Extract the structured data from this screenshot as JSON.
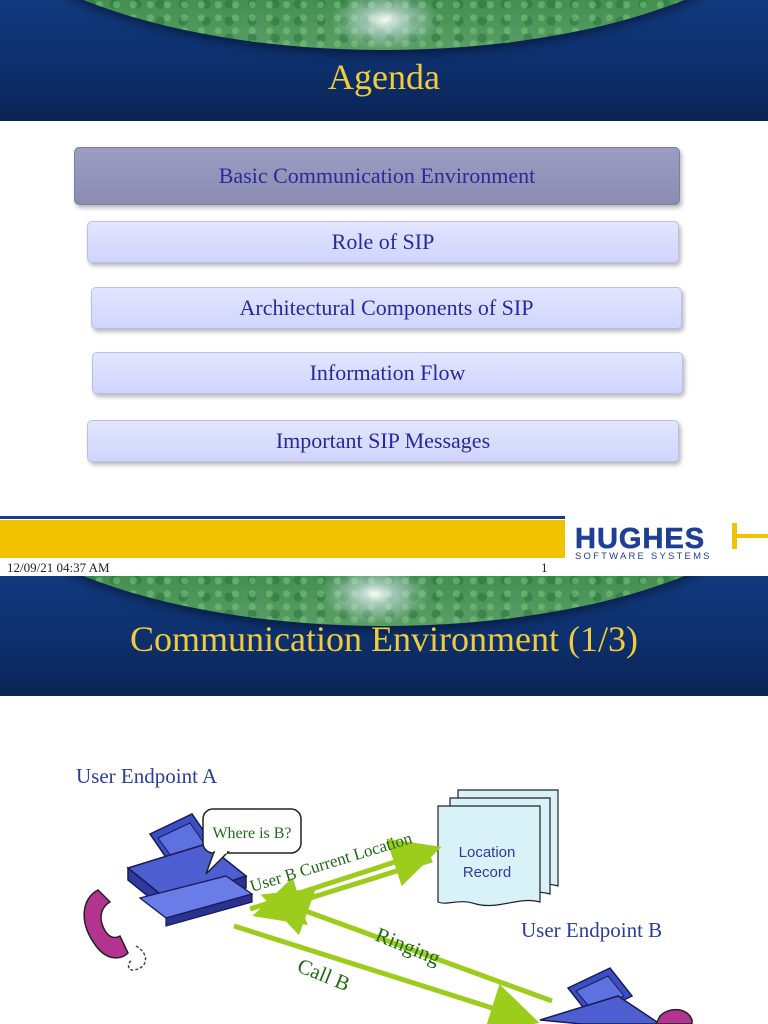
{
  "slide1": {
    "title": "Agenda",
    "items": [
      "Basic Communication Environment",
      "Role of SIP",
      "Architectural Components of SIP",
      "Information Flow",
      "Important SIP Messages"
    ],
    "active_index": 0
  },
  "footer": {
    "date": "12/09/21 04:37 AM",
    "page": "1",
    "logo_main": "HUGHES",
    "logo_sub": "SOFTWARE SYSTEMS"
  },
  "slide2": {
    "title": "Communication Environment (1/3)",
    "endpoint_a": "User Endpoint A",
    "endpoint_b": "User Endpoint B",
    "bubble": "Where is B?",
    "location_record_line1": "Location",
    "location_record_line2": "Record",
    "arrow_location": "User B Current Location",
    "arrow_ringing": "Ringing",
    "arrow_call": "Call B"
  },
  "colors": {
    "header_blue": "#0d2f6b",
    "title_gold": "#f0cc3c",
    "button_text": "#28289e",
    "arrow_green": "#9ccc1c",
    "stripe_yellow": "#f2c200"
  }
}
